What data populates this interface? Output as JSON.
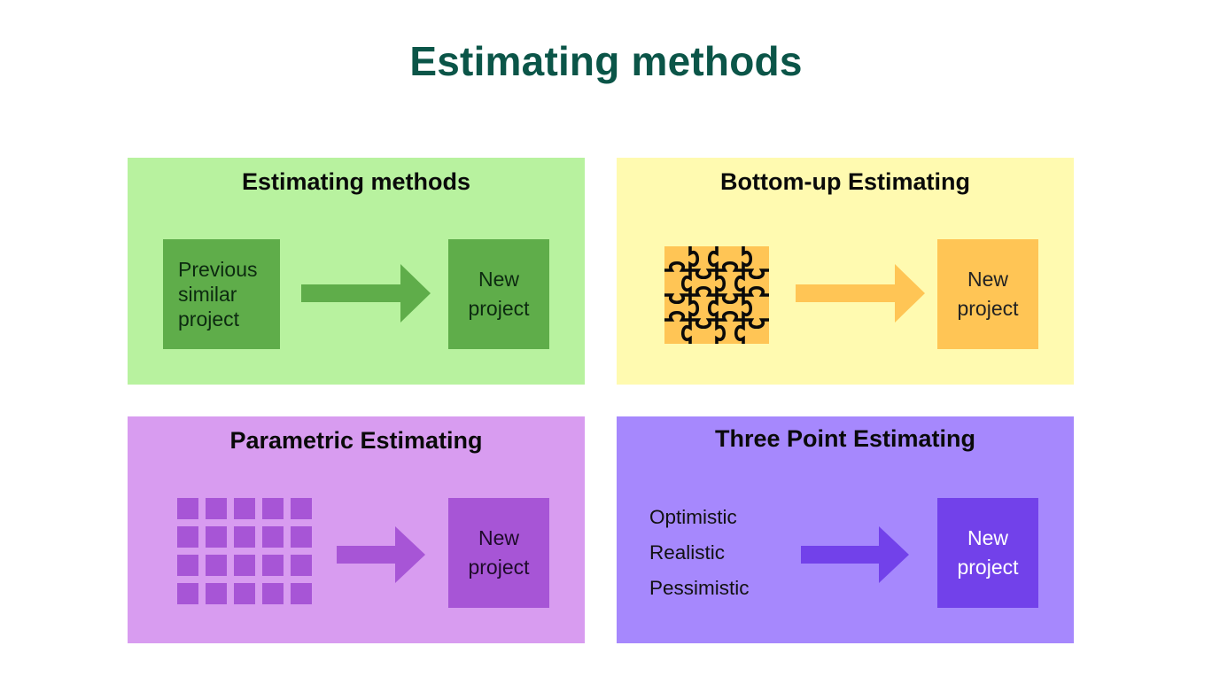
{
  "title": "Estimating methods",
  "panels": [
    {
      "title": "Estimating methods",
      "source_label": [
        "Previous",
        "similar",
        "project"
      ],
      "target_label": [
        "New",
        "project"
      ],
      "color": "#b8f29f",
      "accent": "#5fad4a"
    },
    {
      "title": "Bottom-up Estimating",
      "source_icon": "puzzle-pattern-icon",
      "target_label": [
        "New",
        "project"
      ],
      "color": "#fffab0",
      "accent": "#ffc555"
    },
    {
      "title": "Parametric Estimating",
      "source_icon": "grid-squares-icon",
      "target_label": [
        "New",
        "project"
      ],
      "color": "#d89cf0",
      "accent": "#a755d6"
    },
    {
      "title": "Three Point Estimating",
      "source_points": [
        "Optimistic",
        "Realistic",
        "Pessimistic"
      ],
      "target_label": [
        "New",
        "project"
      ],
      "color": "#a688fd",
      "accent": "#7241ea"
    }
  ]
}
